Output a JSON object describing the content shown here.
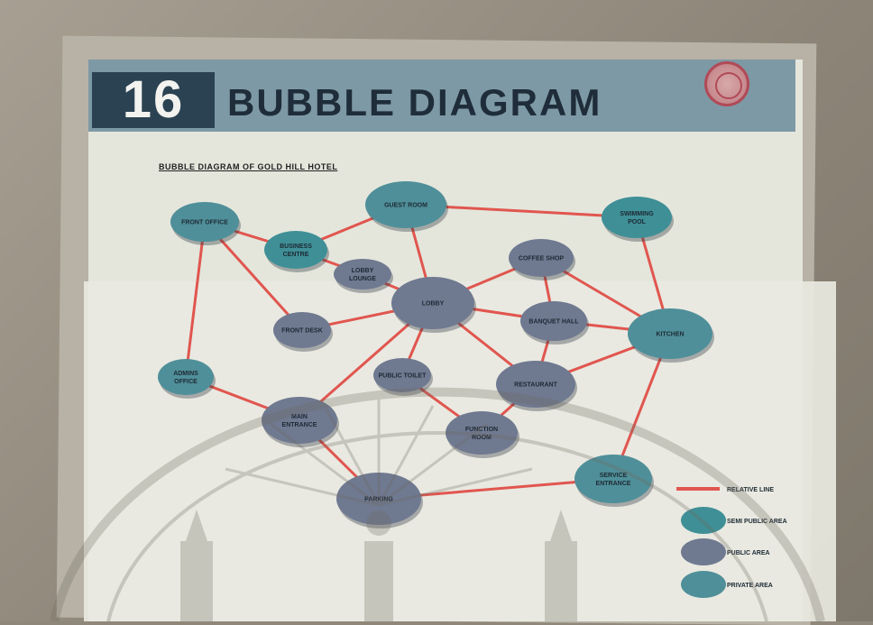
{
  "poster": {
    "number": "16",
    "title": "BUBBLE DIAGRAM",
    "subtitle": "BUBBLE DIAGRAM OF GOLD HILL HOTEL"
  },
  "colors": {
    "semi_public": "#3f8f96",
    "public": "#6f7990",
    "private": "#4f8f99",
    "relative_line": "#e0564f",
    "header_band": "#7d99a5",
    "number_box": "#2b4252"
  },
  "nodes": [
    {
      "id": "front-office",
      "lines": [
        "FRONT OFFICE"
      ],
      "category": "private"
    },
    {
      "id": "business-centre",
      "lines": [
        "BUSINESS",
        "CENTRE"
      ],
      "category": "semi_public"
    },
    {
      "id": "guest-room",
      "lines": [
        "GUEST ROOM"
      ],
      "category": "private"
    },
    {
      "id": "lobby-lounge",
      "lines": [
        "LOBBY",
        "LOUNGE"
      ],
      "category": "public"
    },
    {
      "id": "swimming-pool",
      "lines": [
        "SWIMMING",
        "POOL"
      ],
      "category": "semi_public"
    },
    {
      "id": "coffee-shop",
      "lines": [
        "COFFEE SHOP"
      ],
      "category": "public"
    },
    {
      "id": "lobby",
      "lines": [
        "LOBBY"
      ],
      "category": "public"
    },
    {
      "id": "front-desk",
      "lines": [
        "FRONT DESK"
      ],
      "category": "public"
    },
    {
      "id": "banquet-hall",
      "lines": [
        "BANQUET HALL"
      ],
      "category": "public"
    },
    {
      "id": "kitchen",
      "lines": [
        "KITCHEN"
      ],
      "category": "private"
    },
    {
      "id": "admins-office",
      "lines": [
        "ADMINS",
        "OFFICE"
      ],
      "category": "private"
    },
    {
      "id": "public-toilet",
      "lines": [
        "PUBLIC TOILET"
      ],
      "category": "public"
    },
    {
      "id": "restaurant",
      "lines": [
        "RESTAURANT"
      ],
      "category": "public"
    },
    {
      "id": "main-entrance",
      "lines": [
        "MAIN",
        "ENTRANCE"
      ],
      "category": "public"
    },
    {
      "id": "function-room",
      "lines": [
        "FUNCTION",
        "ROOM"
      ],
      "category": "public"
    },
    {
      "id": "service-entrance",
      "lines": [
        "SERVICE",
        "ENTRANCE"
      ],
      "category": "private"
    },
    {
      "id": "parking",
      "lines": [
        "PARKING"
      ],
      "category": "public"
    }
  ],
  "edges": [
    [
      "front-office",
      "business-centre"
    ],
    [
      "front-office",
      "front-desk"
    ],
    [
      "front-office",
      "admins-office"
    ],
    [
      "business-centre",
      "guest-room"
    ],
    [
      "business-centre",
      "lobby-lounge"
    ],
    [
      "guest-room",
      "lobby"
    ],
    [
      "guest-room",
      "swimming-pool"
    ],
    [
      "lobby-lounge",
      "lobby"
    ],
    [
      "swimming-pool",
      "kitchen"
    ],
    [
      "coffee-shop",
      "lobby"
    ],
    [
      "coffee-shop",
      "banquet-hall"
    ],
    [
      "coffee-shop",
      "kitchen"
    ],
    [
      "lobby",
      "front-desk"
    ],
    [
      "lobby",
      "banquet-hall"
    ],
    [
      "lobby",
      "restaurant"
    ],
    [
      "lobby",
      "public-toilet"
    ],
    [
      "lobby",
      "main-entrance"
    ],
    [
      "banquet-hall",
      "kitchen"
    ],
    [
      "banquet-hall",
      "restaurant"
    ],
    [
      "kitchen",
      "restaurant"
    ],
    [
      "kitchen",
      "service-entrance"
    ],
    [
      "admins-office",
      "main-entrance"
    ],
    [
      "public-toilet",
      "function-room"
    ],
    [
      "restaurant",
      "function-room"
    ],
    [
      "main-entrance",
      "parking"
    ],
    [
      "parking",
      "service-entrance"
    ]
  ],
  "legend": [
    {
      "label": "RELATIVE     LINE",
      "kind": "line",
      "color_key": "relative_line"
    },
    {
      "label": "SEMI  PUBLIC  AREA",
      "kind": "ellipse",
      "color_key": "semi_public"
    },
    {
      "label": "PUBLIC  AREA",
      "kind": "ellipse",
      "color_key": "public"
    },
    {
      "label": "PRIVATE   AREA",
      "kind": "ellipse",
      "color_key": "private"
    }
  ]
}
